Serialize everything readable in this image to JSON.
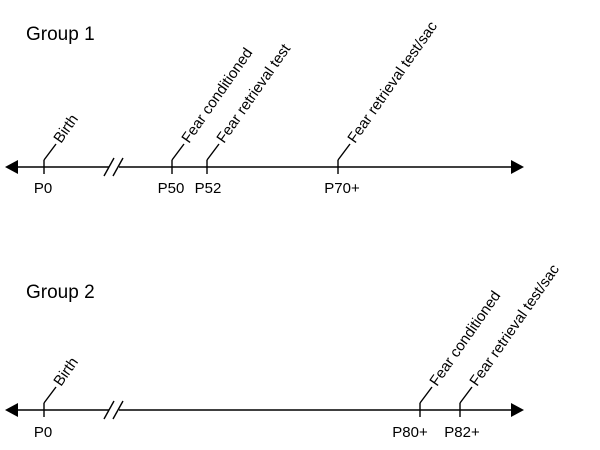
{
  "groups": [
    {
      "title": "Group 1",
      "events": [
        {
          "tick": "P0",
          "label": "Birth"
        },
        {
          "tick": "P50",
          "label": "Fear conditioned"
        },
        {
          "tick": "P52",
          "label": "Fear retrieval test"
        },
        {
          "tick": "P70+",
          "label": "Fear retrieval test/sac"
        }
      ]
    },
    {
      "title": "Group 2",
      "events": [
        {
          "tick": "P0",
          "label": "Birth"
        },
        {
          "tick": "P80+",
          "label": "Fear conditioned"
        },
        {
          "tick": "P82+",
          "label": "Fear retrieval test/sac"
        }
      ]
    }
  ]
}
